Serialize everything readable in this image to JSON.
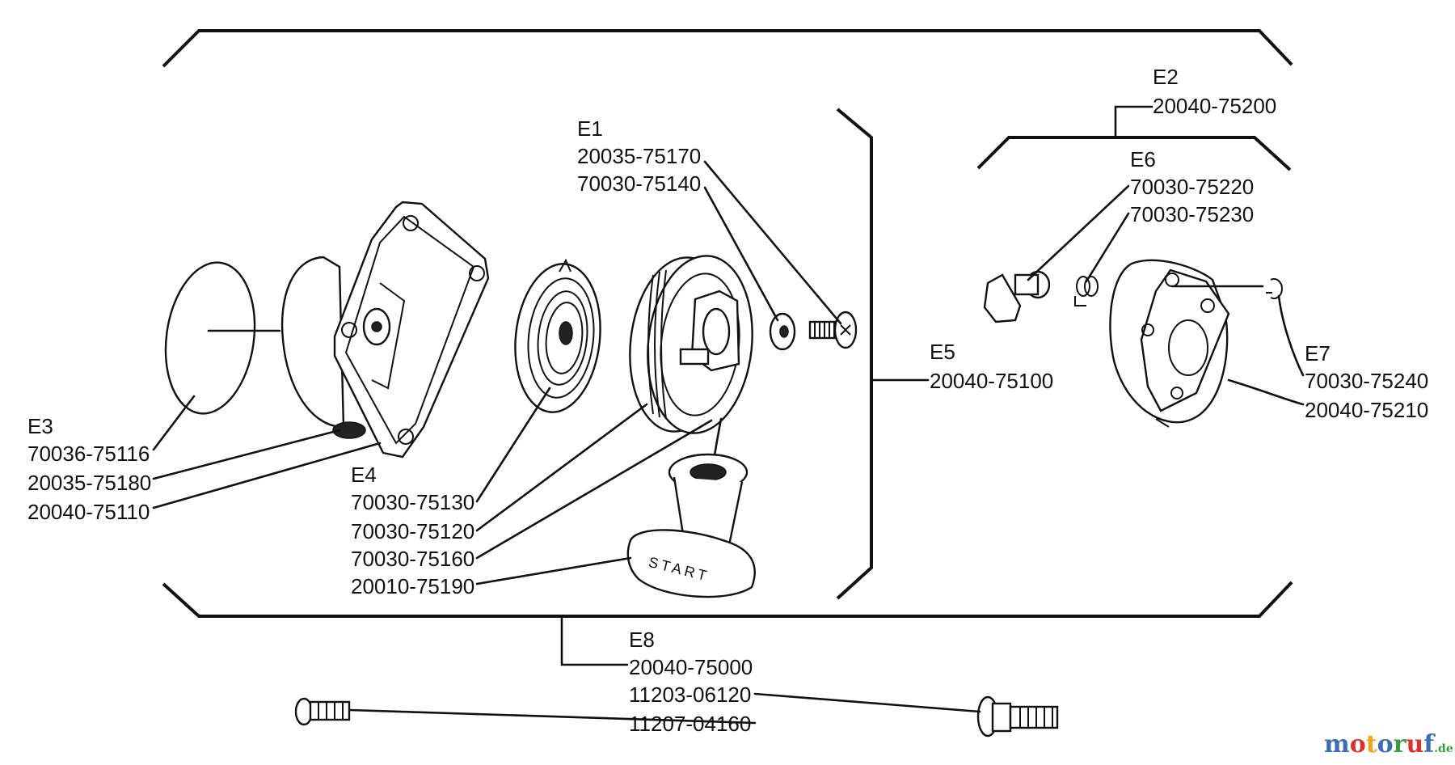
{
  "callouts": {
    "e1": {
      "ref": "E1",
      "parts": [
        "20035-75170",
        "70030-75140"
      ]
    },
    "e2": {
      "ref": "E2",
      "parts": [
        "20040-75200"
      ]
    },
    "e3": {
      "ref": "E3",
      "parts": [
        "70036-75116",
        "20035-75180",
        "20040-75110"
      ]
    },
    "e4": {
      "ref": "E4",
      "parts": [
        "70030-75130",
        "70030-75120",
        "70030-75160",
        "20010-75190"
      ]
    },
    "e5": {
      "ref": "E5",
      "parts": [
        "20040-75100"
      ]
    },
    "e6": {
      "ref": "E6",
      "parts": [
        "70030-75220",
        "70030-75230"
      ]
    },
    "e7": {
      "ref": "E7",
      "parts": [
        "70030-75240",
        "20040-75210"
      ]
    },
    "e8": {
      "ref": "E8",
      "parts": [
        "20040-75000",
        "11203-06120",
        "11207-04160"
      ]
    }
  },
  "handle_text": "START",
  "watermark": {
    "main": "motoruf",
    "suffix": ".de",
    "colors": [
      "#3b6db3",
      "#d9342b",
      "#f2a51a",
      "#3b6db3",
      "#3a9a3f",
      "#d9342b",
      "#3b6db3"
    ]
  }
}
